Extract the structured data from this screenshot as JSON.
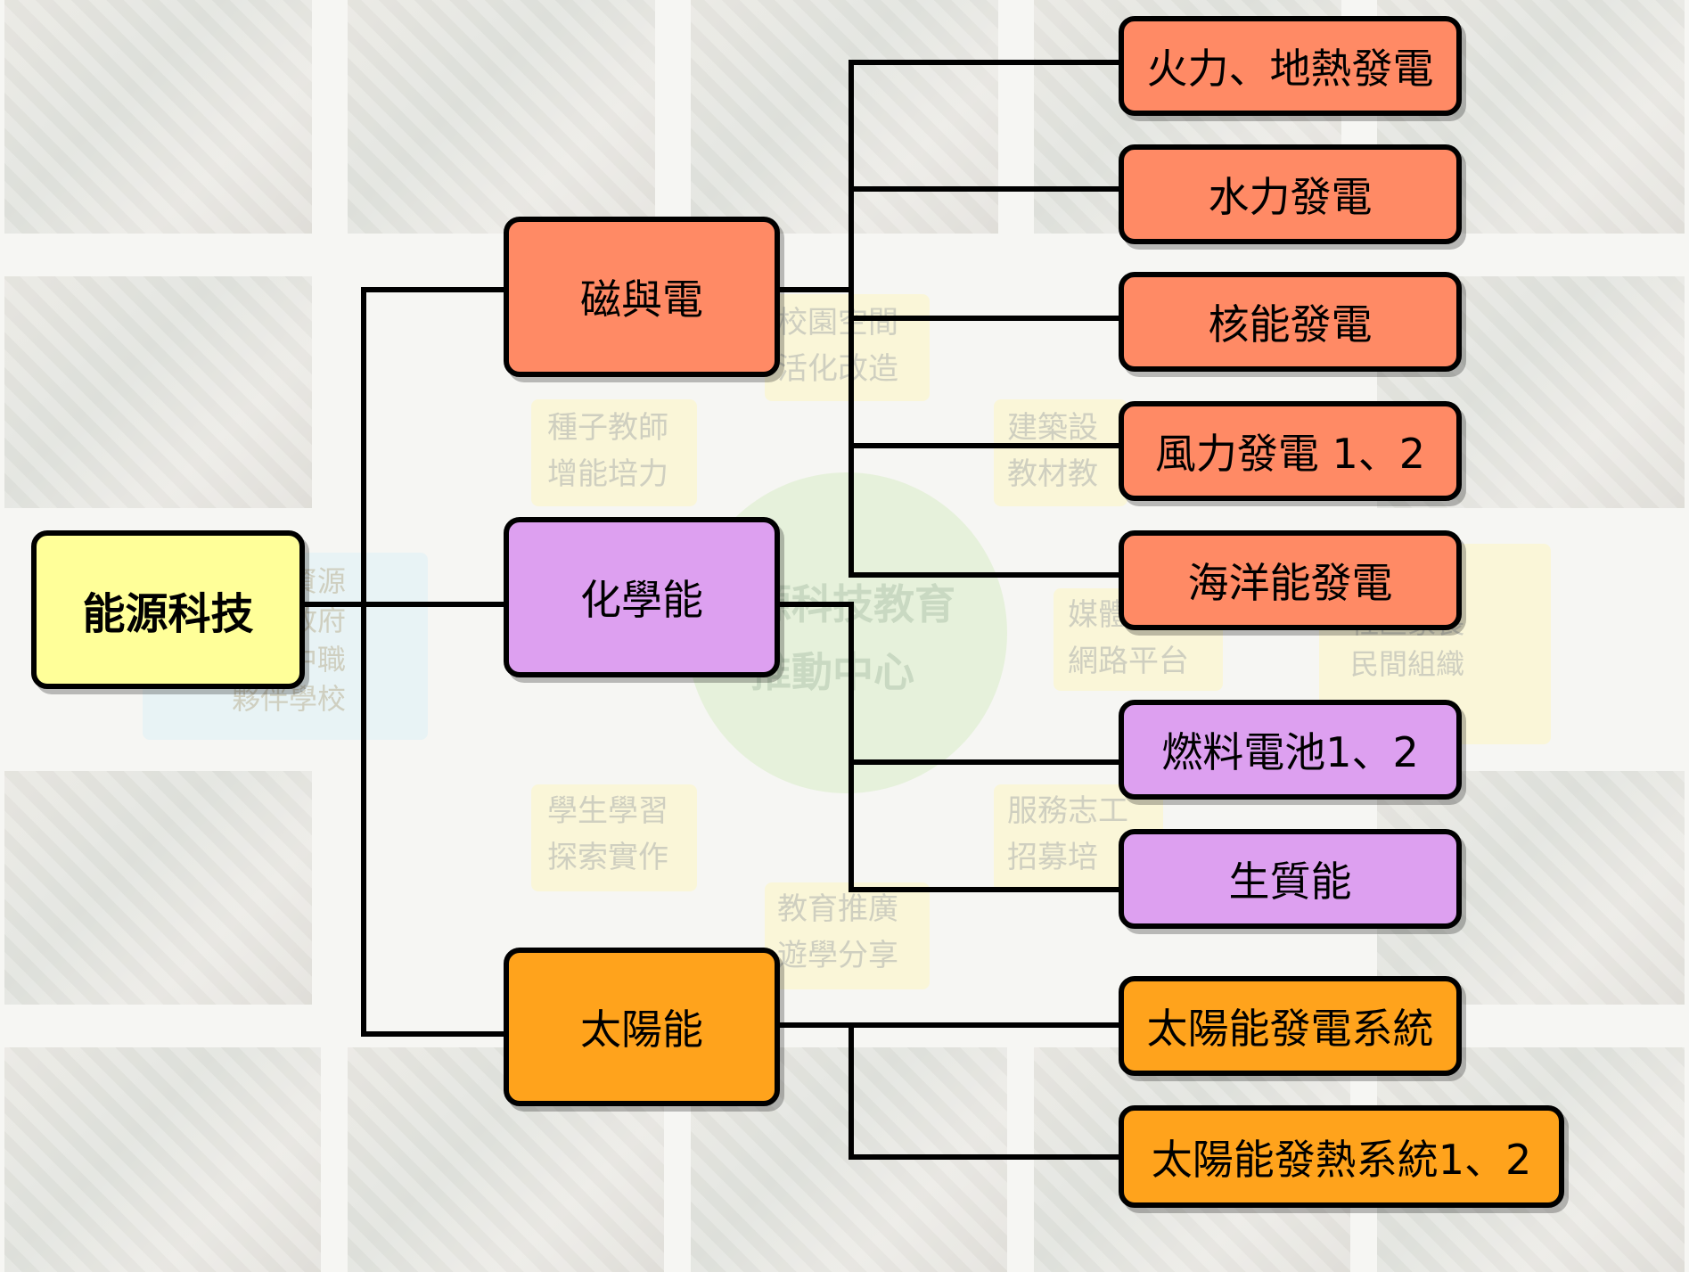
{
  "colors": {
    "root": "#ffff99",
    "magnetism": "#ff8a65",
    "chemical": "#dda0f0",
    "solar": "#ffa31c",
    "line": "#000000"
  },
  "diagram": {
    "root": {
      "label": "能源科技"
    },
    "categories": [
      {
        "label": "磁與電",
        "children": [
          "火力、地熱發電",
          "水力發電",
          "核能發電",
          "風力發電 1、2",
          "海洋能發電"
        ]
      },
      {
        "label": "化學能",
        "children": [
          "燃料電池1、2",
          "生質能"
        ]
      },
      {
        "label": "太陽能",
        "children": [
          "太陽能發電系統",
          "太陽能發熱系統1、2"
        ]
      }
    ]
  },
  "background": {
    "center": [
      "源科技教育",
      "推動中心"
    ],
    "labels": [
      [
        "校園空間",
        "活化改造"
      ],
      [
        "種子教師",
        "增能培力"
      ],
      [
        "建築設",
        "教材教"
      ],
      [
        "媒體",
        "網路平台"
      ],
      [
        "學生學習",
        "探索實作"
      ],
      [
        "服務志工",
        "招募培"
      ],
      [
        "教育推廣",
        "遊學分享"
      ],
      [
        "資源",
        "方政府",
        "高中職",
        "夥伴學校"
      ],
      [
        "源",
        "社區家長",
        "民間組織"
      ]
    ]
  }
}
